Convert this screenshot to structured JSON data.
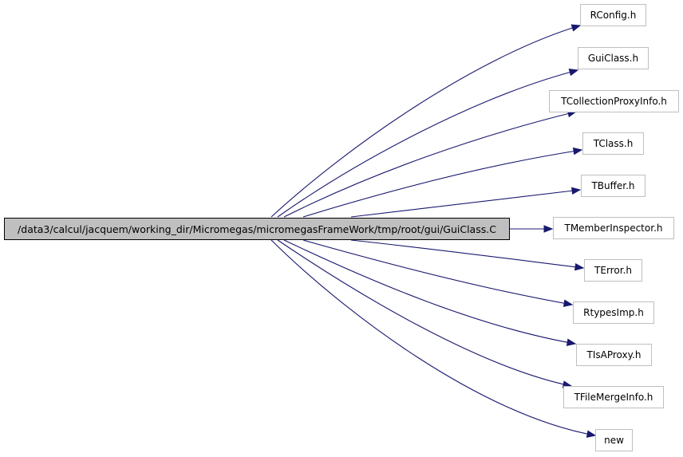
{
  "graph": {
    "edge_color": "#191970",
    "root": {
      "label": "/data3/calcul/jacquem/working_dir/Micromegas/micromegasFrameWork/tmp/root/gui/GuiClass.C",
      "fill": "#bfbfbf",
      "border": "#000000"
    },
    "includes": [
      "RConfig.h",
      "GuiClass.h",
      "TCollectionProxyInfo.h",
      "TClass.h",
      "TBuffer.h",
      "TMemberInspector.h",
      "TError.h",
      "RtypesImp.h",
      "TIsAProxy.h",
      "TFileMergeInfo.h",
      "new"
    ],
    "node_border": "#bfbfbf"
  }
}
